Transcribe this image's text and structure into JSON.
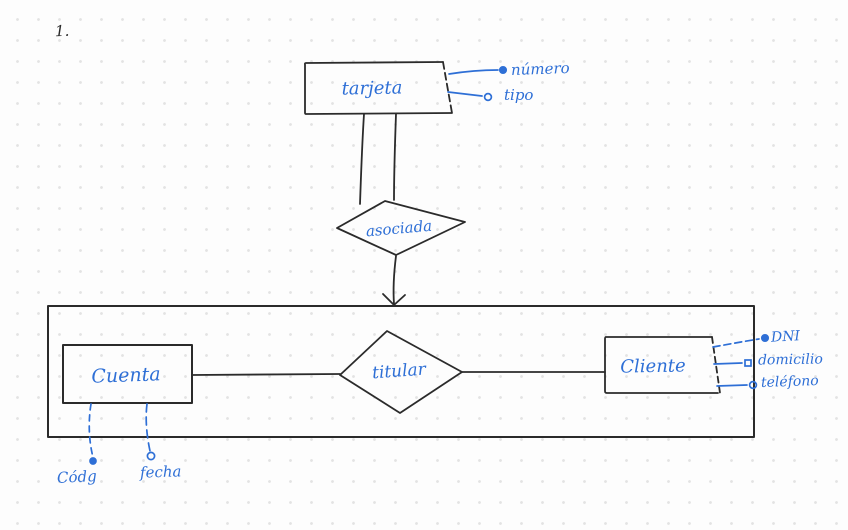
{
  "page": {
    "marker": "1."
  },
  "colors": {
    "ink": "#2b2b2b",
    "pen_blue": "#2e6fd6",
    "dot_grid": "#e3e3e3",
    "paper": "#fdfdfd"
  },
  "er": {
    "tarjeta": {
      "label": "tarjeta",
      "attributes": [
        {
          "name": "numero",
          "label": "número",
          "key": true
        },
        {
          "name": "tipo",
          "label": "tipo",
          "key": false
        }
      ]
    },
    "asociada": {
      "label": "asociada",
      "connects": [
        "tarjeta",
        "cuenta"
      ]
    },
    "cuenta": {
      "label": "Cuenta",
      "attributes": [
        {
          "name": "codigo",
          "label": "Códg",
          "key": true
        },
        {
          "name": "fecha",
          "label": "fecha",
          "key": false
        }
      ]
    },
    "titular": {
      "label": "titular",
      "connects": [
        "cuenta",
        "cliente"
      ]
    },
    "cliente": {
      "label": "Cliente",
      "attributes": [
        {
          "name": "dni",
          "label": "DNI",
          "key": true
        },
        {
          "name": "domicilio",
          "label": "domicilio",
          "key": false
        },
        {
          "name": "telefono",
          "label": "teléfono",
          "key": false
        }
      ]
    }
  }
}
